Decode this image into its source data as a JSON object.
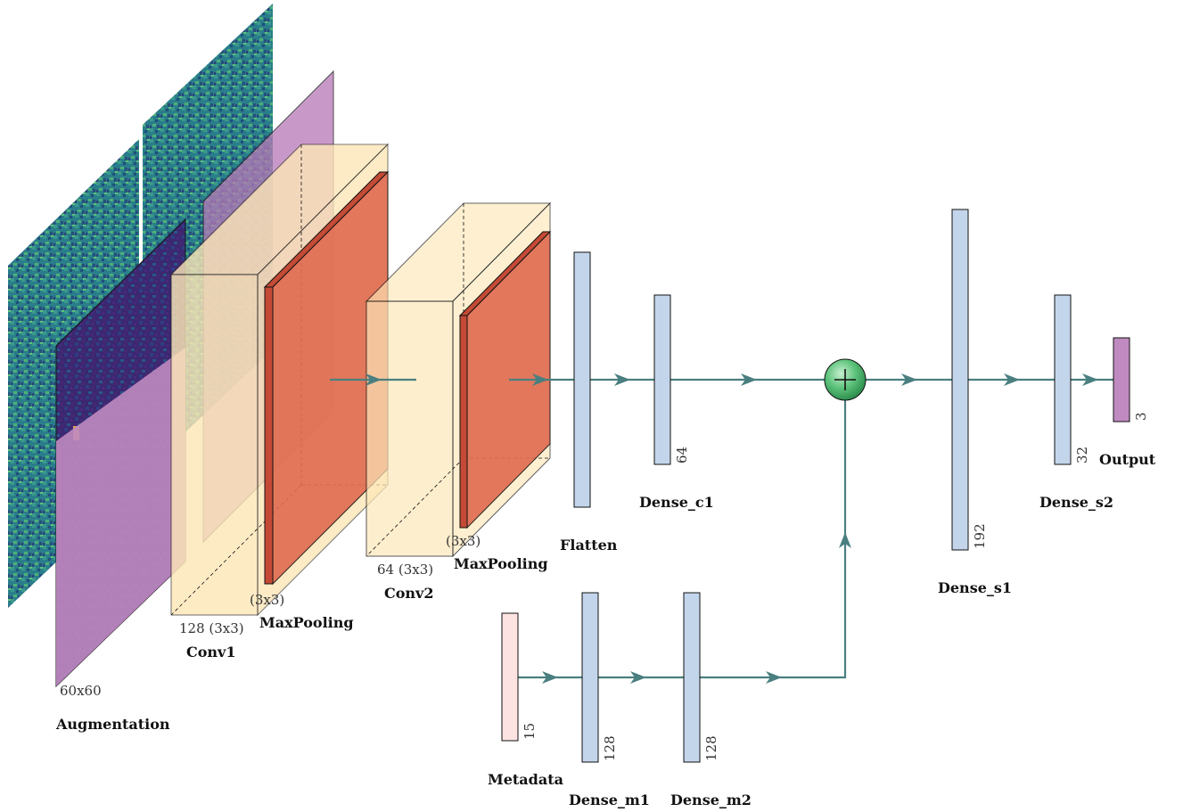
{
  "labels": {
    "augmentation": "Augmentation",
    "input_size": "60x60",
    "conv1": "Conv1",
    "conv1_dims": "128 (3x3)",
    "pool1": "MaxPooling",
    "pool1_dims": "(3x3)",
    "conv2": "Conv2",
    "conv2_dims": "64 (3x3)",
    "pool2": "MaxPooling",
    "pool2_dims": "(3x3)",
    "flatten": "Flatten",
    "dense_c1": "Dense_c1",
    "dense_c1_units": "64",
    "metadata": "Metadata",
    "metadata_units": "15",
    "dense_m1": "Dense_m1",
    "dense_m1_units": "128",
    "dense_m2": "Dense_m2",
    "dense_m2_units": "128",
    "dense_s1": "Dense_s1",
    "dense_s1_units": "192",
    "dense_s2": "Dense_s2",
    "dense_s2_units": "32",
    "output": "Output",
    "output_units": "3",
    "add_symbol": "+"
  },
  "colors": {
    "arrow": "#4a7f80",
    "conv_fill": "#fde7b8",
    "pool_fill": "#e06b50",
    "dense_fill": "#c3d5ea",
    "metadata_fill": "#fde3e1",
    "output_fill": "#c08ac0",
    "augment_fill": "#c08ac0",
    "image_dark": "#3a1d6e",
    "image_mid": "#1f6f86"
  }
}
